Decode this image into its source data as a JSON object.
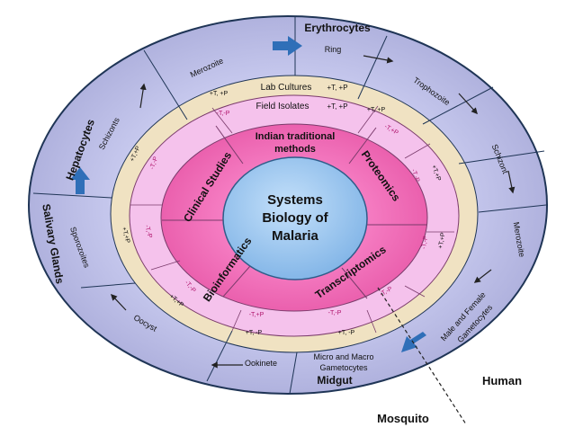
{
  "center": {
    "line1": "Systems",
    "line2": "Biology of",
    "line3": "Malaria"
  },
  "research_areas": {
    "top_line1": "Indian traditional",
    "top_line2": "methods",
    "right": "Proteomics",
    "bottom_right": "Transcriptomics",
    "bottom_left": "Bioinformatics",
    "left": "Clinical Studies"
  },
  "bands": {
    "lab_cultures": "Lab Cultures",
    "field_isolates": "Field Isolates"
  },
  "tp_markers": {
    "pair": "+T, +P",
    "pair_tight": "+T,+P",
    "neg_pair": "-T,-P",
    "plus_t_minus_p": "+T, -P",
    "minus_t_plus_p": "-T,+P"
  },
  "lifecycle": {
    "erythrocytes": "Erythrocytes",
    "ring": "Ring",
    "trophozoite": "Trophozoite",
    "schizont": "Schizont",
    "merozoite_right": "Merozoite",
    "gametocytes_line1": "Male and Female",
    "gametocytes_line2": "Gametocytes",
    "micro_macro_line1": "Micro and Macro",
    "micro_macro_line2": "Gametocytes",
    "midgut": "Midgut",
    "ookinete": "Ookinete",
    "oocyst": "Oocyst",
    "sporozoites": "Sporozoites",
    "salivary_glands": "Salivary Glands",
    "hepatocytes": "Hepatocytes",
    "schizonts": "Schizonts",
    "merozoite_top": "Merozoite"
  },
  "hosts": {
    "human": "Human",
    "mosquito": "Mosquito"
  },
  "colors": {
    "outer_ring": "#b7b9e2",
    "outer_stroke": "#1f3556",
    "tan_band": "#f0e2c2",
    "pink_band": "#f5c2ec",
    "pink_core": "#f06fb9",
    "center": "#9dc9ef",
    "arrow_blue": "#2f6fb8"
  }
}
